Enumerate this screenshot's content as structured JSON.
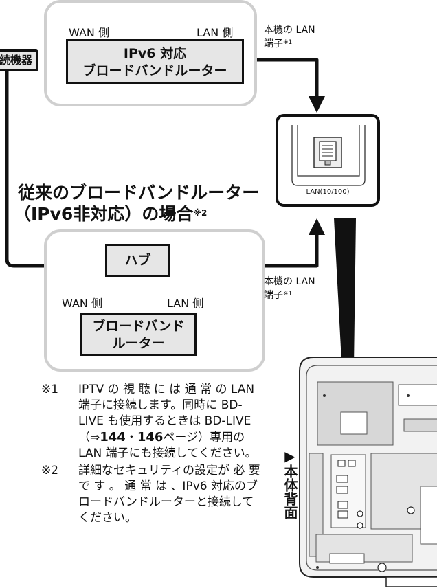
{
  "top_router": {
    "wan_label": "WAN 側",
    "lan_label": "LAN 側",
    "line1": "IPv6 対応",
    "line2": "ブロードバンドルーター"
  },
  "left_device": {
    "label": "続機器"
  },
  "lan_port_top": {
    "line1": "本機の LAN",
    "line2": "端子",
    "note_ref": "※1"
  },
  "lan_jack": {
    "label": "LAN(10/100)"
  },
  "heading": {
    "line1": "従来のブロードバンドルーター",
    "line2": "（IPv6非対応）の場合",
    "note_ref": "※2"
  },
  "bottom_setup": {
    "hub_label": "ハブ",
    "wan_label": "WAN 側",
    "lan_label": "LAN 側",
    "router_line1": "ブロードバンド",
    "router_line2": "ルーター"
  },
  "lan_port_bottom": {
    "line1": "本機の LAN",
    "line2": "端子",
    "note_ref": "※1"
  },
  "back_label": "▶本体背面",
  "notes": [
    {
      "mark": "※1",
      "pre": "IPTV の 視 聴 に は 通 常 の LAN 端子に接続します。同時に BD-LIVE も使用するときは BD-LIVE（⇒",
      "ref1": "144",
      "sep": "・",
      "ref2": "146",
      "post": "ページ）専用の LAN 端子にも接続してください。"
    },
    {
      "mark": "※2",
      "text": "詳細なセキュリティの設定が 必 要 で す 。 通 常 は 、IPv6 対応のブロードバンドルーターと接続してください。"
    }
  ]
}
